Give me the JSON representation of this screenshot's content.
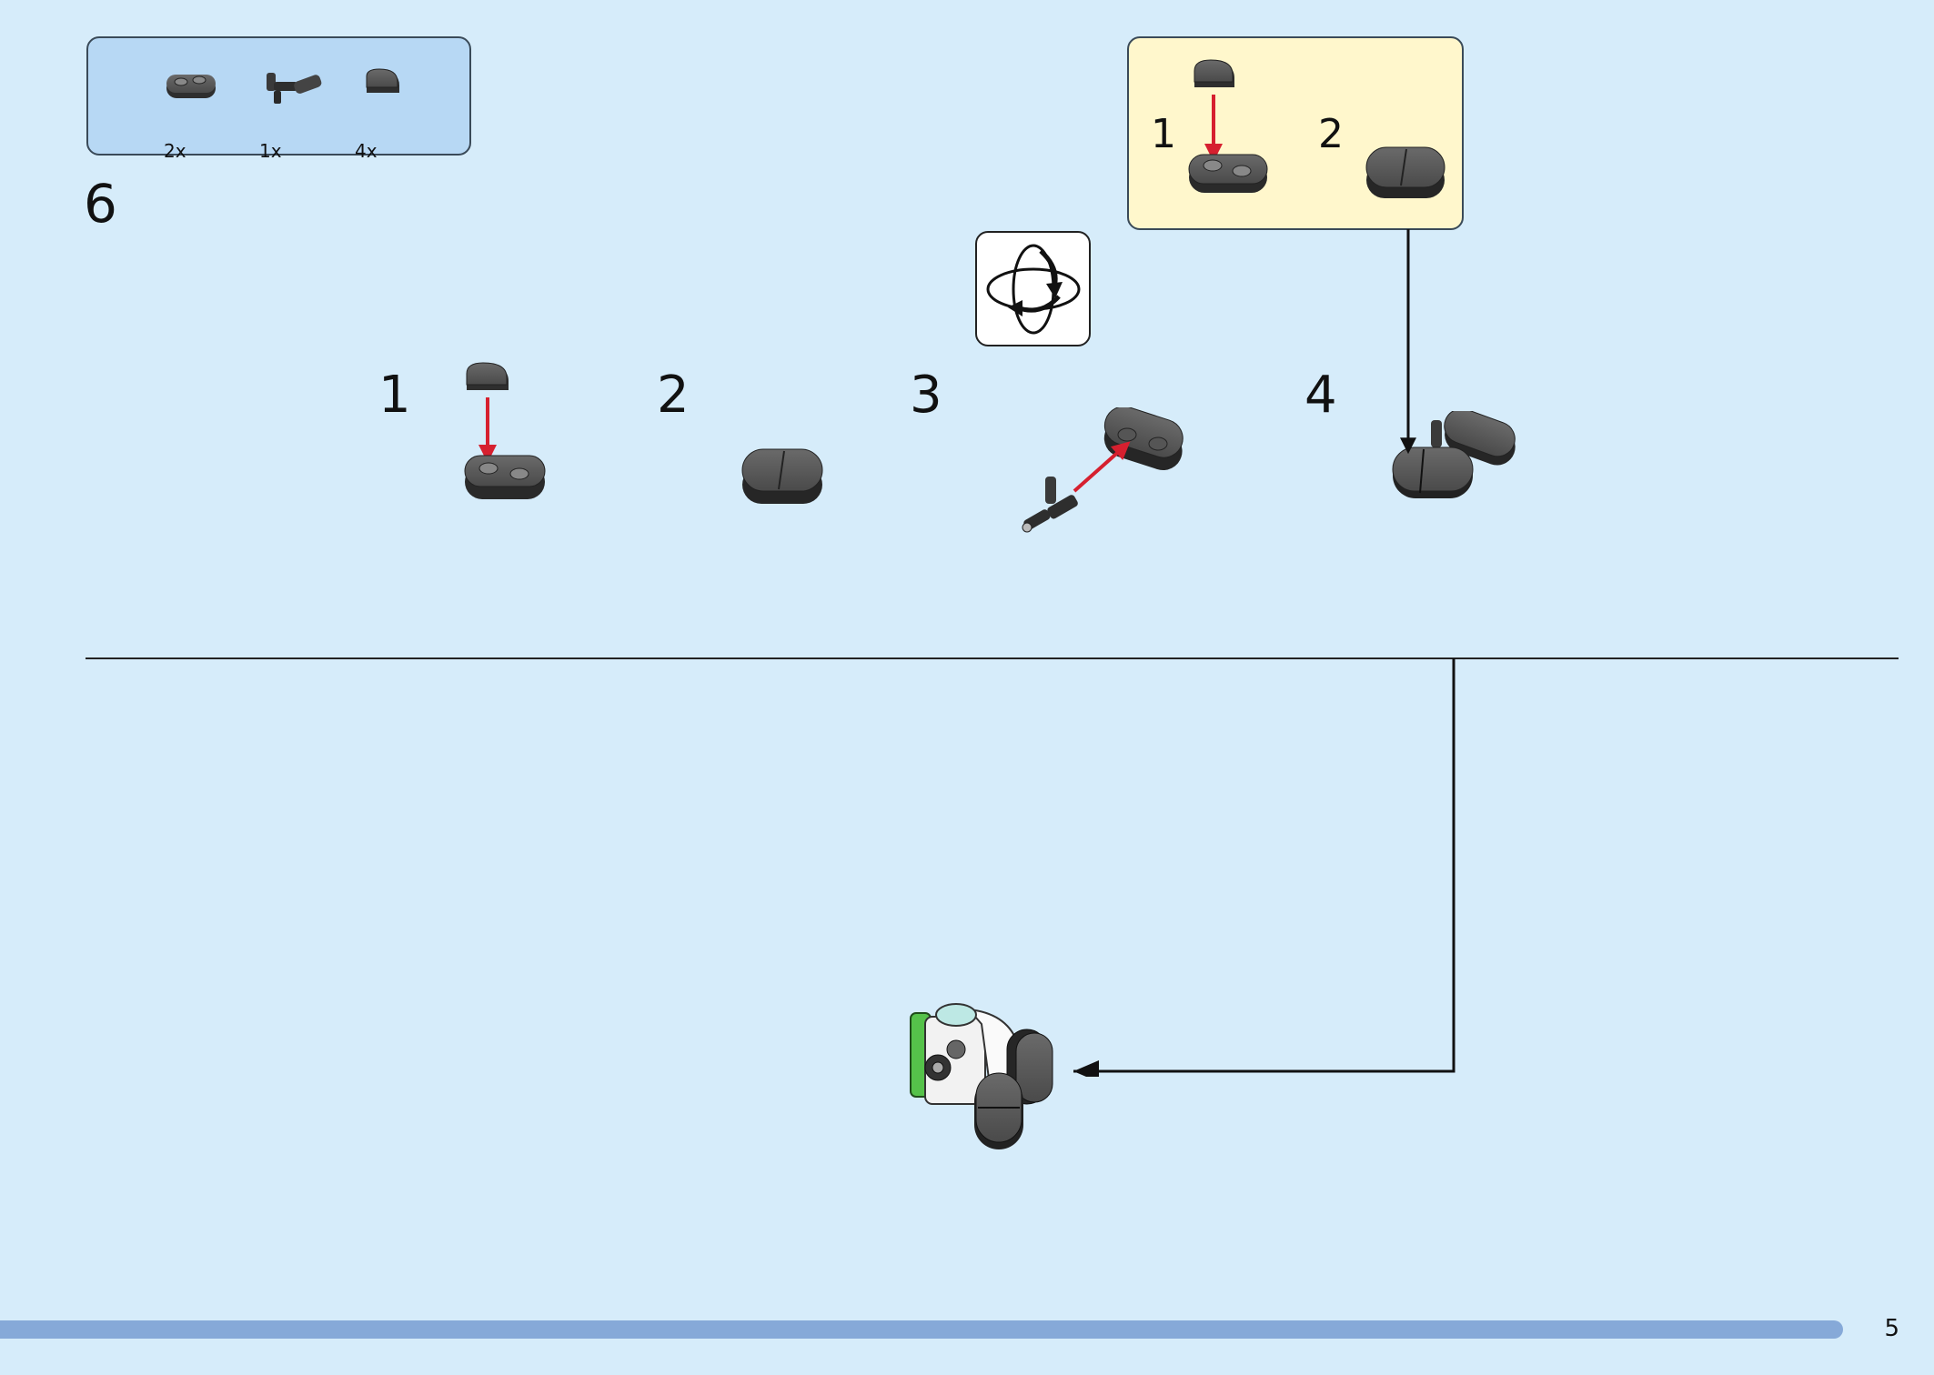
{
  "parts_list": [
    {
      "icon": "plate-1x2-rounded-icon",
      "qty": "2x"
    },
    {
      "icon": "bar-holder-clip-icon",
      "qty": "1x"
    },
    {
      "icon": "tile-round-corner-icon",
      "qty": "4x"
    }
  ],
  "step": {
    "number": "6"
  },
  "substeps": [
    {
      "number": "1"
    },
    {
      "number": "2"
    },
    {
      "number": "3"
    },
    {
      "number": "4"
    }
  ],
  "callout": {
    "substeps": [
      {
        "number": "1"
      },
      {
        "number": "2"
      }
    ]
  },
  "rotate_icon": "rotate-model-icon",
  "colors": {
    "background": "#d6ecfa",
    "parts_box": "#b7d8f4",
    "callout": "#fff7cc",
    "arrow_red": "#d6202f",
    "brick_dark": "#3a3a3a",
    "progress": "#86a9d8",
    "accent_green": "#55c24a"
  },
  "page": {
    "number": "5"
  }
}
